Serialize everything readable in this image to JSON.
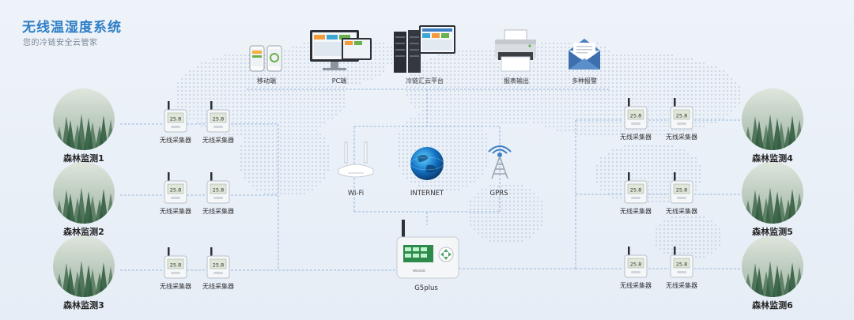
{
  "header": {
    "title": "无线温湿度系统",
    "subtitle": "您的冷链安全云管家"
  },
  "platforms": [
    {
      "id": "mobile",
      "label": "移动端",
      "icon": "smartphone-icon"
    },
    {
      "id": "pc",
      "label": "PC端",
      "icon": "monitor-icon"
    },
    {
      "id": "cloud",
      "label": "冷链汇云平台",
      "icon": "server-icon"
    },
    {
      "id": "report",
      "label": "报表输出",
      "icon": "printer-icon"
    },
    {
      "id": "alarm",
      "label": "多种报警",
      "icon": "envelope-icon"
    }
  ],
  "network": [
    {
      "id": "wifi",
      "label": "Wi-Fi",
      "icon": "router-icon"
    },
    {
      "id": "internet",
      "label": "INTERNET",
      "icon": "globe-icon"
    },
    {
      "id": "gprs",
      "label": "GPRS",
      "icon": "antenna-tower-icon"
    }
  ],
  "gateway": {
    "label": "G5plus",
    "icon": "gateway-icon",
    "brand": "wusuo"
  },
  "forests": [
    {
      "label": "森林监测1",
      "side": "left"
    },
    {
      "label": "森林监测2",
      "side": "left"
    },
    {
      "label": "森林监测3",
      "side": "left"
    },
    {
      "label": "森林监测4",
      "side": "right"
    },
    {
      "label": "森林监测5",
      "side": "right"
    },
    {
      "label": "森林监测6",
      "side": "right"
    }
  ],
  "sensor": {
    "label": "无线采集器",
    "display_reading": "25.8",
    "icon": "sensor-icon"
  },
  "colors": {
    "title_blue": "#2f7fc6",
    "map_dot": "#c9d6e4",
    "connector": "#7fa9d8",
    "forest_dark": "#2e5a3c",
    "forest_mist": "#dfe6dd"
  }
}
